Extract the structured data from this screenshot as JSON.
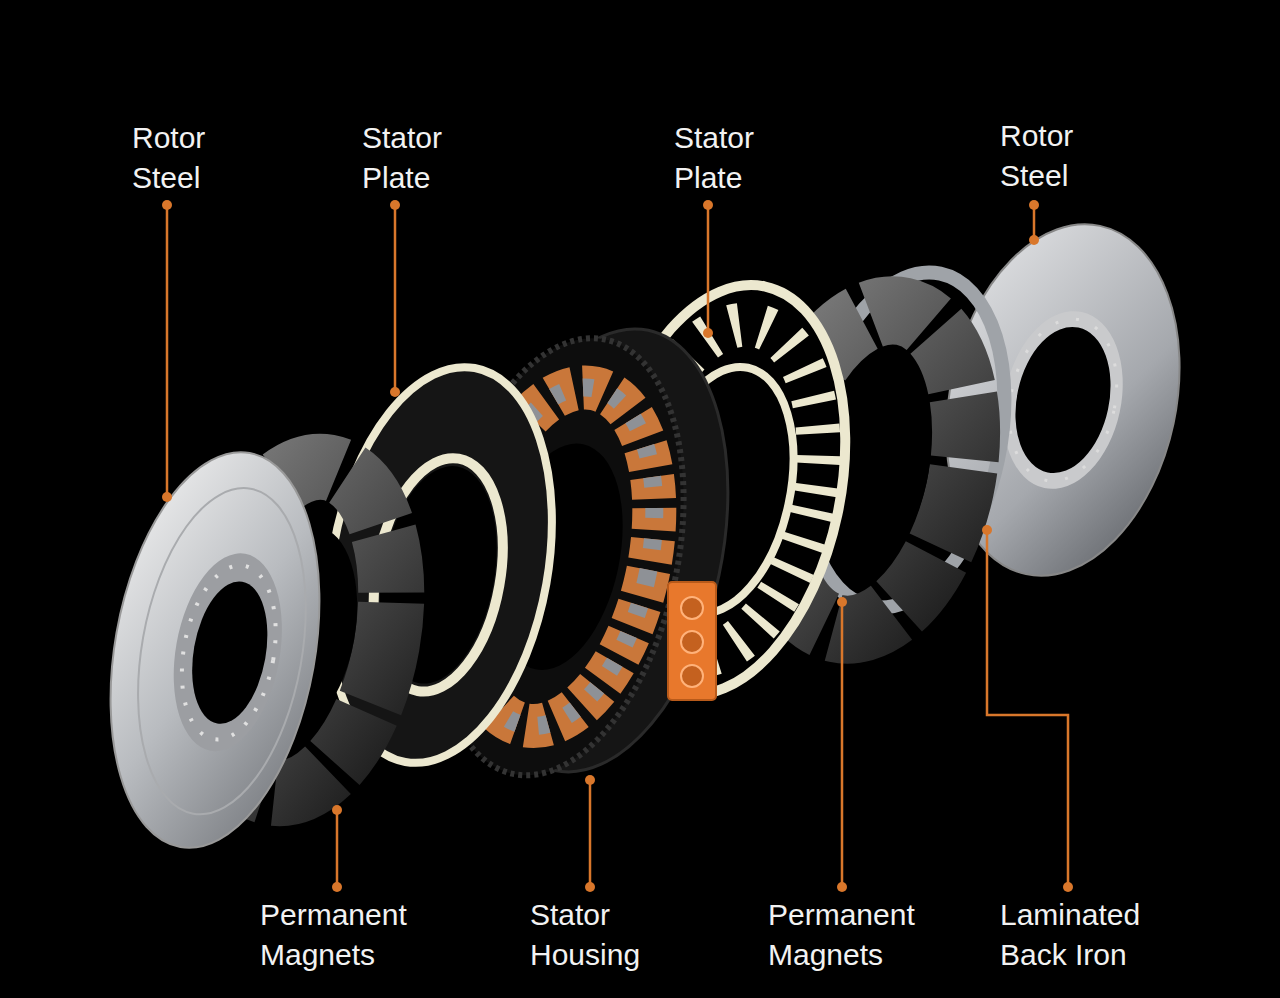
{
  "diagram": {
    "labels": [
      "Rotor Steel",
      "Stator Plate",
      "Stator Plate",
      "Rotor Steel",
      "Permanent Magnets",
      "Stator Housing",
      "Permanent Magnets",
      "Laminated Back Iron"
    ]
  }
}
